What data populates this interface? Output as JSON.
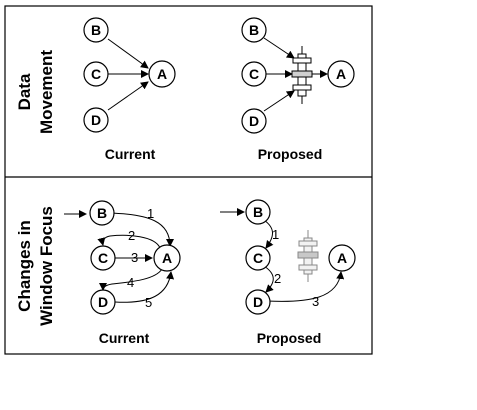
{
  "rows": [
    {
      "label_lines": [
        "Data",
        "Movement"
      ],
      "panels": [
        {
          "caption": "Current"
        },
        {
          "caption": "Proposed"
        }
      ]
    },
    {
      "label_lines": [
        "Changes in",
        "Window Focus"
      ],
      "panels": [
        {
          "caption": "Current",
          "edge_labels": [
            "1",
            "2",
            "3",
            "4",
            "5"
          ]
        },
        {
          "caption": "Proposed",
          "edge_labels": [
            "1",
            "2",
            "3"
          ]
        }
      ]
    }
  ],
  "nodes": [
    "A",
    "B",
    "C",
    "D"
  ]
}
